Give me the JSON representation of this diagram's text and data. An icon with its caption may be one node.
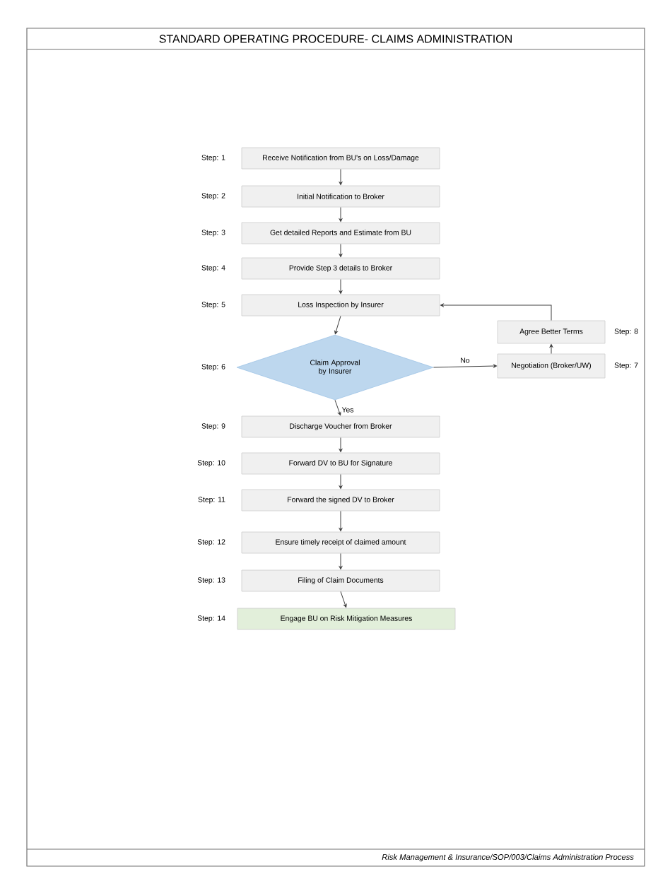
{
  "diagram": {
    "title": "STANDARD OPERATING PROCEDURE- CLAIMS ADMINISTRATION",
    "nodes": [
      {
        "text": [
          "Receive Notification from BU's on Loss/Damage"
        ],
        "beside": [
          "Step: 1"
        ]
      },
      {
        "text": [
          "Initial Notification to Broker"
        ],
        "beside": [
          "Step: 2"
        ]
      },
      {
        "text": [
          "Get detailed Reports and Estimate from BU"
        ],
        "beside": [
          "Step: 3"
        ]
      },
      {
        "text": [
          "Provide Step 3 details to Broker"
        ],
        "beside": [
          "Step: 4"
        ]
      },
      {
        "text": [
          "Loss Inspection by Insurer"
        ],
        "beside": [
          "Step: 5"
        ]
      },
      {
        "text": [
          "Agree Better Terms"
        ],
        "beside": [
          "Step: 8"
        ]
      },
      {
        "text": [
          "Claim Approval by Insurer"
        ],
        "beside": [
          "Step: 6"
        ]
      },
      {
        "text": [
          "Negotiation (Broker/UW)"
        ],
        "beside": [
          "Step: 7"
        ]
      },
      {
        "text": [
          "Discharge Voucher from Broker"
        ],
        "beside": [
          "Step: 9"
        ]
      },
      {
        "text": [
          "Forward DV to BU for Signature"
        ],
        "beside": [
          "Step: 10"
        ]
      },
      {
        "text": [
          "Forward the signed DV to Broker"
        ],
        "beside": [
          "Step: 11"
        ]
      },
      {
        "text": [
          "Ensure timely receipt of claimed amount"
        ],
        "beside": [
          "Step: 12"
        ]
      },
      {
        "text": [
          "Filing of Claim Documents"
        ],
        "beside": [
          "Step: 13"
        ]
      },
      {
        "text": [
          "Engage BU on Risk Mitigation Measures"
        ],
        "beside": [
          "Step: 14"
        ]
      }
    ],
    "edges": [
      {
        "from": 0,
        "to": 1,
        "arrow": "to"
      },
      {
        "from": 1,
        "to": 2,
        "arrow": "to"
      },
      {
        "from": 2,
        "to": 3,
        "arrow": "to"
      },
      {
        "from": 3,
        "to": 4,
        "arrow": "to"
      },
      {
        "from": 4,
        "to": 6,
        "arrow": "to"
      },
      {
        "from": 6,
        "to": 7,
        "arrow": "to",
        "label": "No"
      },
      {
        "from": 7,
        "to": 5,
        "arrow": "to"
      },
      {
        "from": 5,
        "to": 4,
        "arrow": "to"
      },
      {
        "from": 6,
        "to": 8,
        "arrow": "to",
        "label": "Yes"
      },
      {
        "from": 8,
        "to": 9,
        "arrow": "to"
      },
      {
        "from": 9,
        "to": 10,
        "arrow": "to"
      },
      {
        "from": 10,
        "to": 11,
        "arrow": "to"
      },
      {
        "from": 11,
        "to": 12,
        "arrow": "to"
      },
      {
        "from": 12,
        "to": 13,
        "arrow": "to"
      }
    ],
    "labels": [
      "Risk Management & Insurance/SOP/003/Claims Administration Process"
    ]
  }
}
